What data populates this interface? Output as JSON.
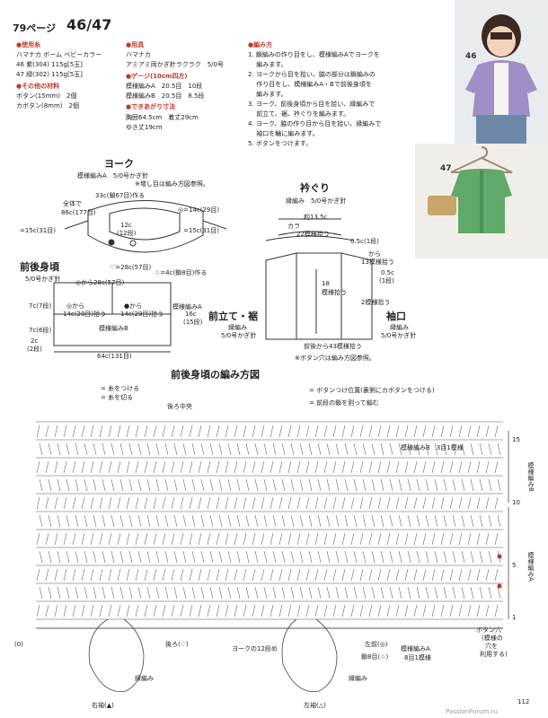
{
  "header": {
    "page_ref": "79ページ",
    "pattern_numbers": "46/47"
  },
  "materials": {
    "yarn_title": "●使用糸",
    "yarn_name": "ハマナカ ボーム ベビーカラー",
    "yarn_46": "46 紫(304) 115g[5玉]",
    "yarn_47": "47 緑(302) 115g[5玉]",
    "other_title": "●その他の材料",
    "button_1": "ボタン(15mm)　2個",
    "button_2": "カボタン(8mm)　2個"
  },
  "tools": {
    "title": "●用具",
    "line1": "ハマナカ",
    "line2": "アミアミ両かぎ針ラクラク　5/0号",
    "gauge_title": "●ゲージ(10cm四方)",
    "gauge_a": "模様編みA　20.5目　10段",
    "gauge_b": "模様編みB　20.5目　8.5段",
    "size_title": "●できあがり寸法",
    "size_1": "胸囲64.5cm　着丈29cm",
    "size_2": "ゆき丈19cm"
  },
  "instructions": {
    "title": "●編み方",
    "steps": [
      "1. 鎖編みの作り目をし、模様編みAでヨークを",
      "　 編みます。",
      "2. ヨークから目を拾い、脇の部分は鎖編みの",
      "　 作り目をし、模様編みA・Bで前後身頃を",
      "　 編みます。",
      "3. ヨーク、前後身頃から目を拾い、縁編みで",
      "　 前立て、裾、衿ぐりを編みます。",
      "4. ヨーク、脇の作り目から目を拾い、縁編みで",
      "　 袖口を輪に編みます。",
      "5. ボタンをつけます。"
    ]
  },
  "photos": {
    "num_46": "46",
    "num_47": "47"
  },
  "yoke": {
    "title": "ヨーク",
    "sub": "模様編みA　5/0号かぎ針",
    "note": "※増し目は編み方図参照。",
    "chain": "33c(鎖67目)作る",
    "total1": "全体で",
    "total2": "86c(177目)",
    "left": "=15c(31目)",
    "right": "=15c(31目)",
    "c12a": "12c",
    "c12b": "(12段)",
    "front": "◎=14c(29目)",
    "bottom": "♡=28c(57目)"
  },
  "collar": {
    "title": "衿ぐり",
    "sub": "縁編み　5/0号かぎ針",
    "width": "約13.5c",
    "pick": "カラ",
    "pick2": "22模様拾う",
    "c05": "0.5c(1段)"
  },
  "body": {
    "title": "前後身頃",
    "sub": "5/0号かぎ針",
    "star": "☆=4c(鎖8目)作る",
    "from28": "◎から28c(57目)",
    "pick_l": "◎から",
    "pick_l2": "14c(29目)拾う",
    "pick_r": "●から",
    "pick_r2": "14c(29目)拾う",
    "pattern_a": "模様編みA",
    "pattern_b": "模様編みB",
    "c7": "7c(7段)",
    "c7b": "7c(6段)",
    "c16": "16c",
    "c16b": "(15段)",
    "c2": "2c",
    "c2b": "(2段)",
    "bottom": "64c(131目)"
  },
  "front_band": {
    "title": "前立て・裾",
    "sub1": "縁編み",
    "sub2": "5/0号かぎ針",
    "pick18a": "18",
    "pick18b": "模様拾う",
    "hem": "前後から43模様拾う",
    "buttonhole": "※ボタン穴は編み方図参照。"
  },
  "sleeve": {
    "title": "袖口",
    "sub1": "縁編み",
    "sub2": "5/0号かぎ針",
    "p13": "13模様拾う",
    "p2": "2模様拾う",
    "c05a": "0.5c",
    "c05b": "(1段)",
    "from": "から"
  },
  "chart_section": {
    "title": "前後身頃の編み方図",
    "legend_attach": "= 糸をつける",
    "legend_cut": "= 糸を切る",
    "legend_button": "= ボタンつけ位置(裏側にカボタンをつける)",
    "legend_front": "= 前段の鎖を割って編む",
    "center_back": "後ろ中央",
    "pattern_b_rep": "模様編みB　3目1模様",
    "pattern_b_side": "模様編みB",
    "pattern_a_side": "模様編みA",
    "back_label": "後ろ(♡)",
    "yoke_row": "ヨークの12段め",
    "left_front": "左前(◎)",
    "chain8": "鎖8目(☆)",
    "right_sleeve": "右袖(▲)",
    "left_sleeve": "左袖(△)",
    "edge": "縁編み",
    "edge2": "縁編み",
    "pattern_a_rep": "模様編みA",
    "pattern_a_rep2": "8目1模様",
    "buttonhole": "ボタン穴",
    "buttonhole2": "(模様の",
    "buttonhole3": "穴を",
    "buttonhole4": "利用する)",
    "row15": "15",
    "row10": "10",
    "row5": "5",
    "row1": "1",
    "marker_left": "(0)",
    "page_number": "112",
    "watermark": "PassionForum.ru"
  }
}
